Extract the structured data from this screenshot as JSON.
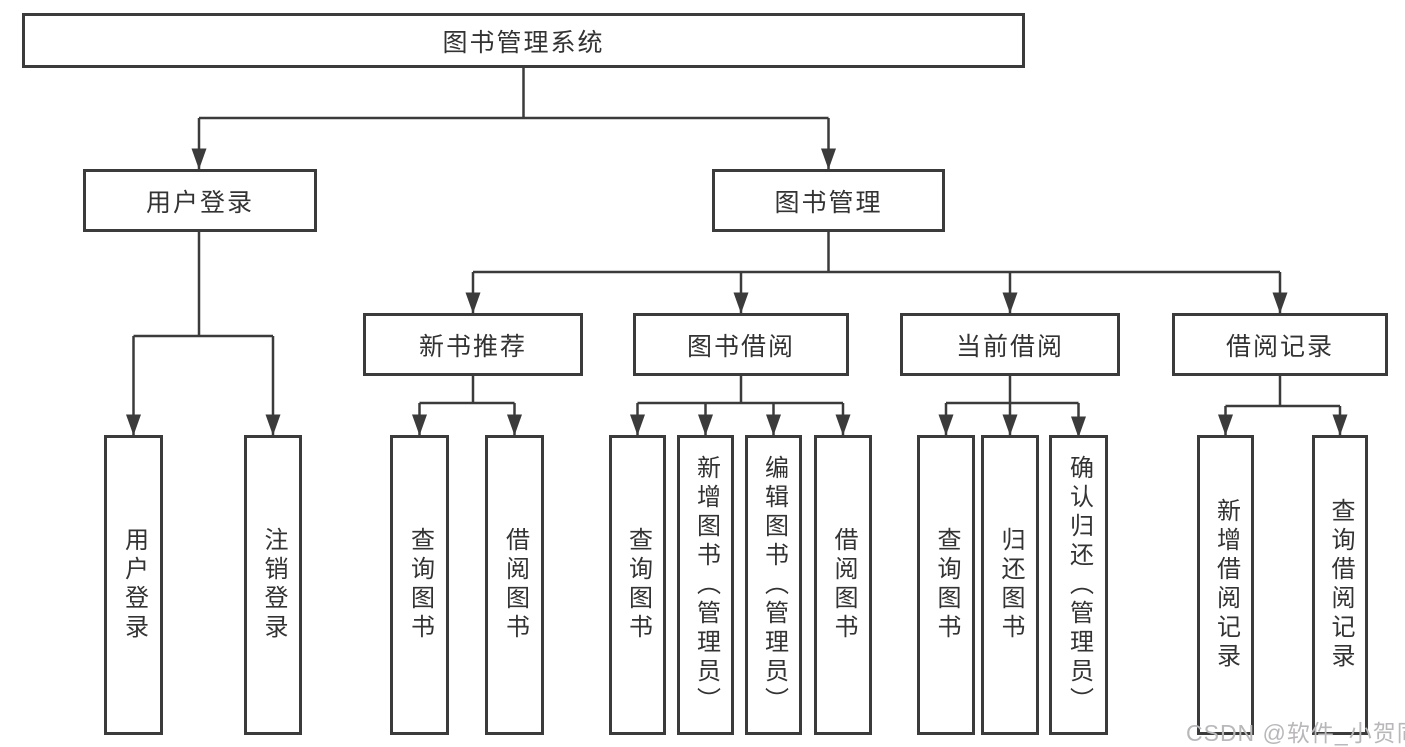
{
  "colors": {
    "line": "#3b3b3b",
    "box_border": "#3b3b3b",
    "text": "#333333",
    "watermark": "#b9b7ba",
    "background": "#ffffff"
  },
  "watermark": {
    "text": "CSDN @软件_小贺同学"
  },
  "tree": {
    "root": {
      "label": "图书管理系统"
    },
    "branches": [
      {
        "label": "用户登录",
        "children": [
          {
            "label": "用户登录"
          },
          {
            "label": "注销登录"
          }
        ]
      },
      {
        "label": "图书管理",
        "children": [
          {
            "label": "新书推荐",
            "children": [
              {
                "label": "查询图书"
              },
              {
                "label": "借阅图书"
              }
            ]
          },
          {
            "label": "图书借阅",
            "children": [
              {
                "label": "查询图书"
              },
              {
                "label": "新增图书（管理员）"
              },
              {
                "label": "编辑图书（管理员）"
              },
              {
                "label": "借阅图书"
              }
            ]
          },
          {
            "label": "当前借阅",
            "children": [
              {
                "label": "查询图书"
              },
              {
                "label": "归还图书"
              },
              {
                "label": "确认归还（管理员）"
              }
            ]
          },
          {
            "label": "借阅记录",
            "children": [
              {
                "label": "新增借阅记录"
              },
              {
                "label": "查询借阅记录"
              }
            ]
          }
        ]
      }
    ]
  }
}
